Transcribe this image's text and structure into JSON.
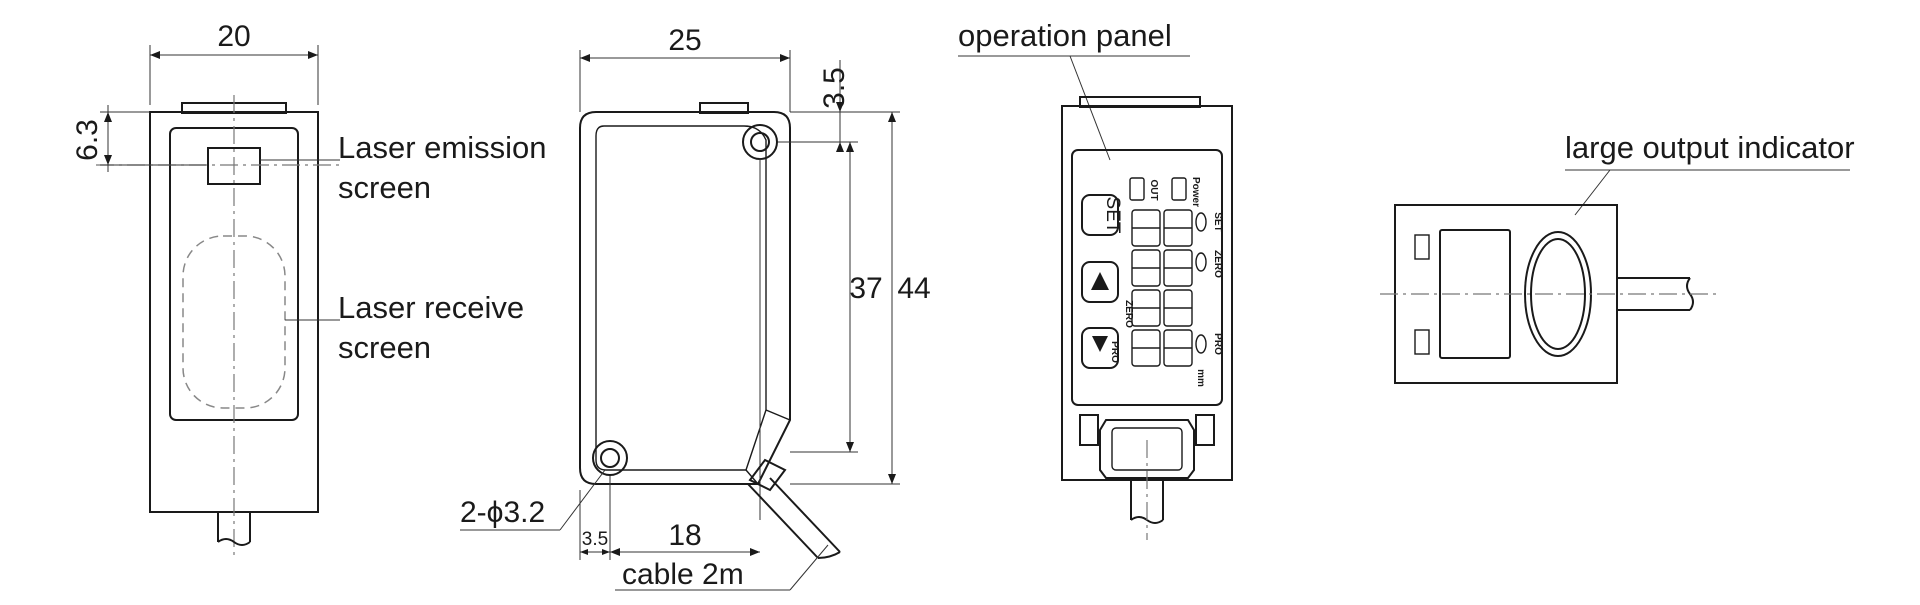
{
  "front_view": {
    "dim_width": "20",
    "dim_offset": "6.3",
    "label_emission_line1": "Laser emission",
    "label_emission_line2": "screen",
    "label_receive_line1": "Laser receive",
    "label_receive_line2": "screen"
  },
  "side_view": {
    "dim_width": "25",
    "dim_top": "3.5",
    "dim_inner_height": "37",
    "dim_outer_height": "44",
    "dim_hole": "2-ϕ3.2",
    "dim_hole_offset": "3.5",
    "dim_hole_spacing": "18",
    "label_cable": "cable 2m"
  },
  "panel_view": {
    "label_panel": "operation panel",
    "btn_set": "SET",
    "btn_pro": "PRO",
    "ind_out": "OUT",
    "ind_power": "Power",
    "ind_set": "SET",
    "ind_zero": "ZERO",
    "ind_pro": "PRO",
    "ind_mm": "mm",
    "ind_zero2": "ZERO"
  },
  "back_view": {
    "label_indicator": "large output indicator"
  }
}
